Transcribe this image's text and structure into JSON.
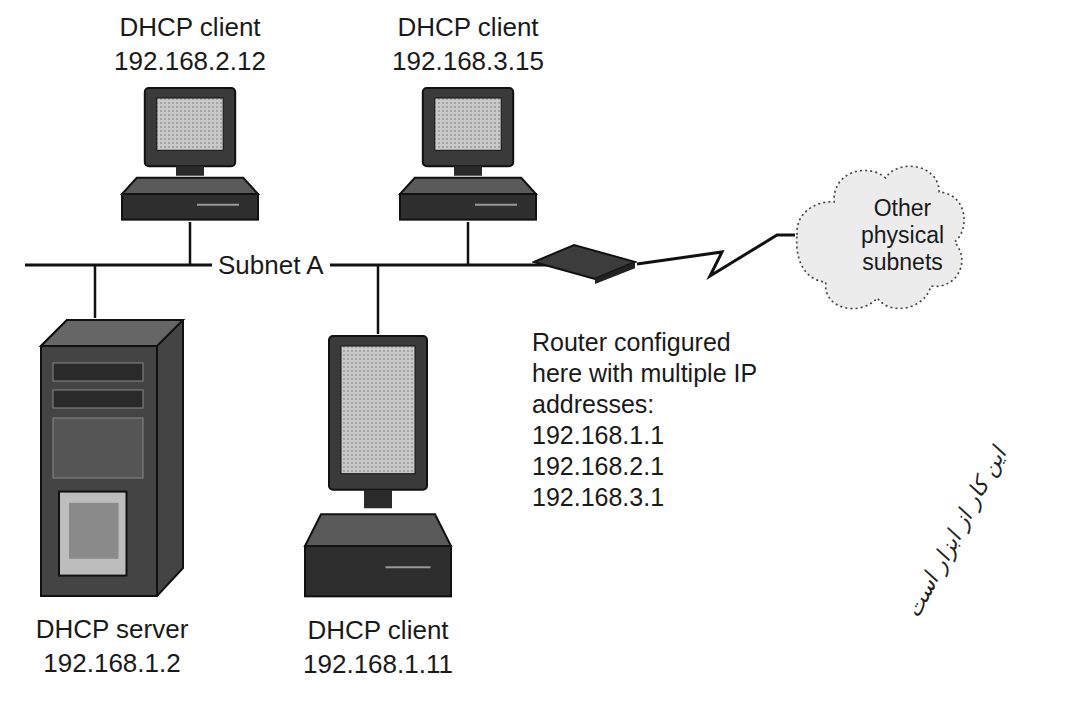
{
  "diagram": {
    "nodes": [
      {
        "text": [
          "DHCP client",
          "192.168.2.12"
        ]
      },
      {
        "text": [
          "DHCP client",
          "192.168.3.15"
        ]
      },
      {
        "text": [
          "Other physical subnets"
        ]
      },
      {
        "text": [
          "Router configured here with multiple IP addresses:",
          "192.168.1.1",
          "192.168.2.1",
          "192.168.3.1"
        ]
      },
      {
        "text": [
          "DHCP server",
          "192.168.1.2"
        ]
      },
      {
        "text": [
          "DHCP client",
          "192.168.1.11"
        ]
      }
    ],
    "edges": [
      {
        "from": 3,
        "to": 2,
        "arrow": "none"
      }
    ],
    "labels": [
      "Subnet A",
      "این کار از ابزار است"
    ]
  }
}
